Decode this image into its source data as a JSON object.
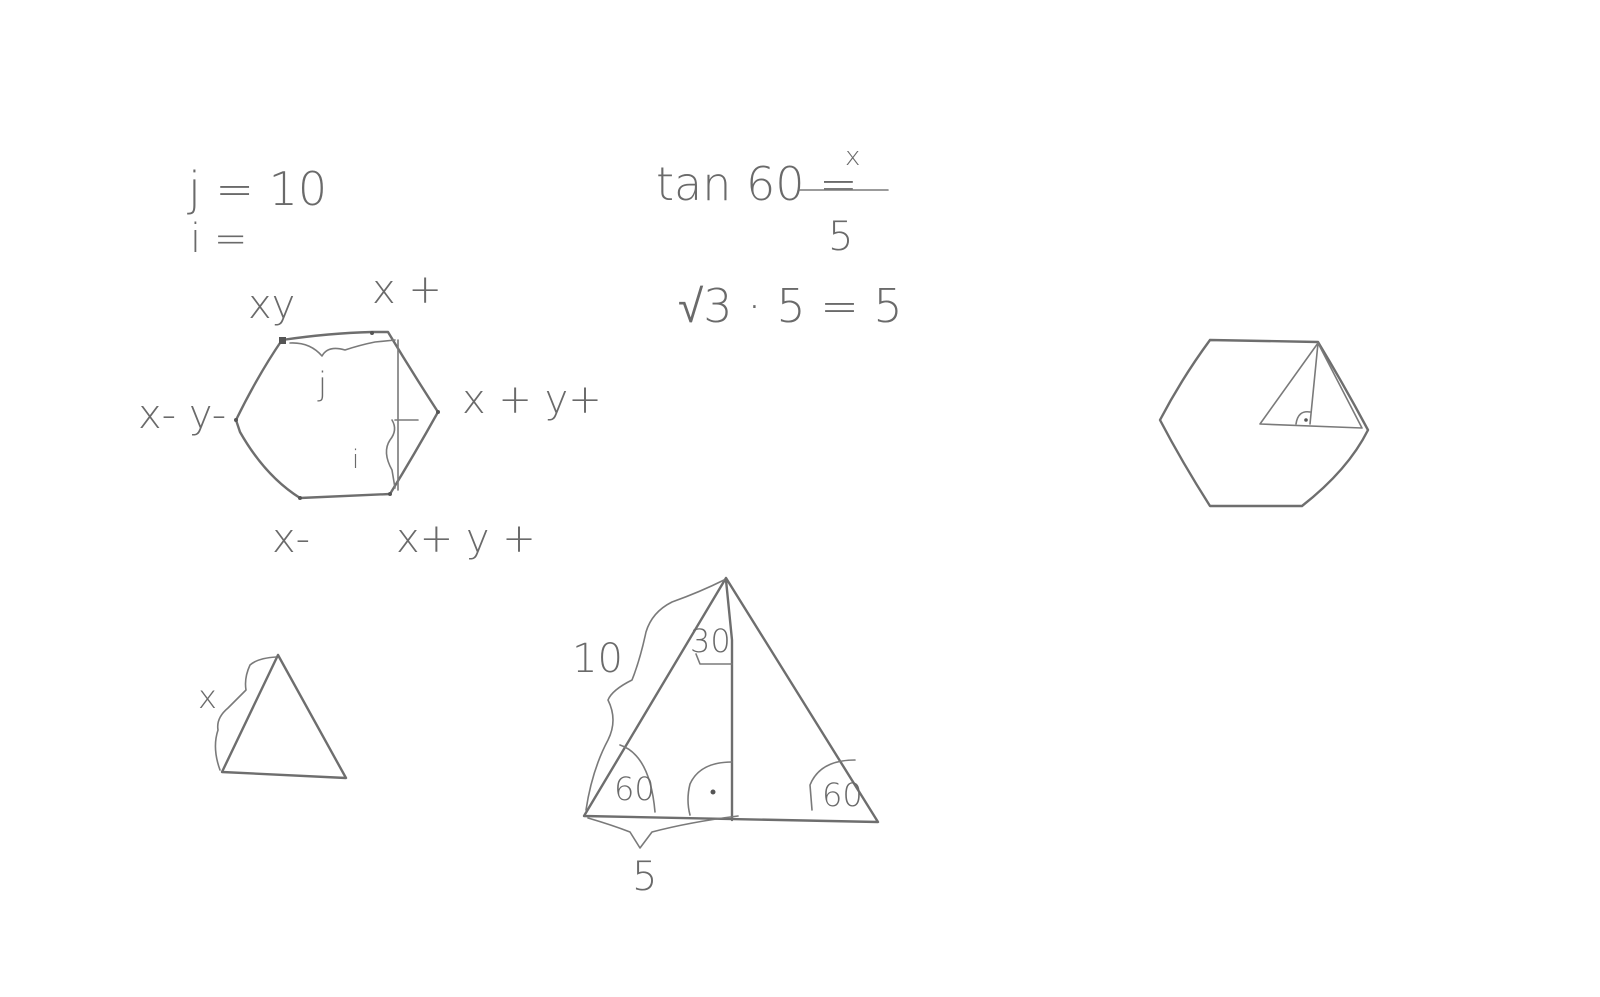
{
  "notes": {
    "j_eq": "j = 10",
    "i_eq": "i =",
    "tan_left": "tan 60 =",
    "tan_num": "x",
    "tan_den": "5",
    "sqrt_line": "√3 · 5 = 5"
  },
  "hexagon_labels": {
    "top_left": "xy",
    "top_right": "x +",
    "left": "x-  y-",
    "right": "x + y+",
    "bottom_left": "x-",
    "bottom_right": "x+  y +",
    "inner_j": "j",
    "inner_i": "i"
  },
  "small_triangle_labels": {
    "side": "x"
  },
  "big_triangle_labels": {
    "side": "10",
    "top_angle": "30",
    "left_angle": "60",
    "right_angle": "60",
    "base": "5"
  }
}
